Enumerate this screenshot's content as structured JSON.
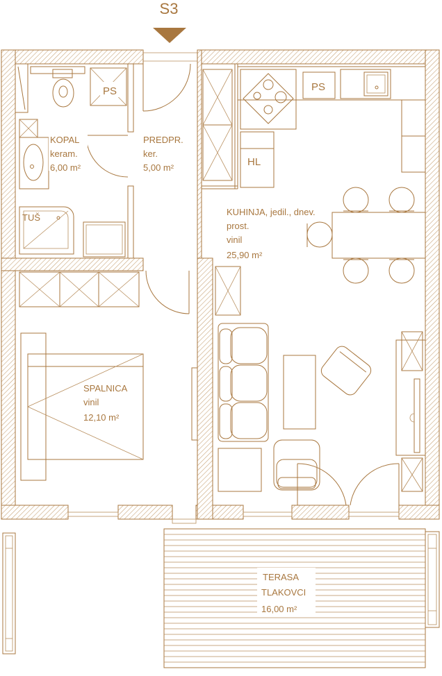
{
  "plan": {
    "unit_label": "S3",
    "colors": {
      "line": "#a8773f",
      "hatch": "#c9a57a",
      "background": "#ffffff"
    },
    "rooms": [
      {
        "id": "kopalnica",
        "lines": [
          "KOPAL",
          "keram.",
          "6,00 m²"
        ]
      },
      {
        "id": "predprostor",
        "lines": [
          "PREDPR.",
          "ker.",
          "5,00 m²"
        ]
      },
      {
        "id": "kuhinja",
        "lines": [
          "KUHINJA,  jedil.,  dnev.",
          "prost.",
          "vinil",
          "25,90  m²"
        ]
      },
      {
        "id": "spalnica",
        "lines": [
          "SPALNICA",
          "vinil",
          "12,10  m²"
        ]
      },
      {
        "id": "terasa",
        "lines": [
          "TERASA",
          "TLAKOVCI",
          "16,00  m²"
        ]
      }
    ],
    "fixtures": {
      "ps_bathroom": "PS",
      "ps_kitchen": "PS",
      "hl": "HL",
      "shower": "TUŠ"
    }
  }
}
